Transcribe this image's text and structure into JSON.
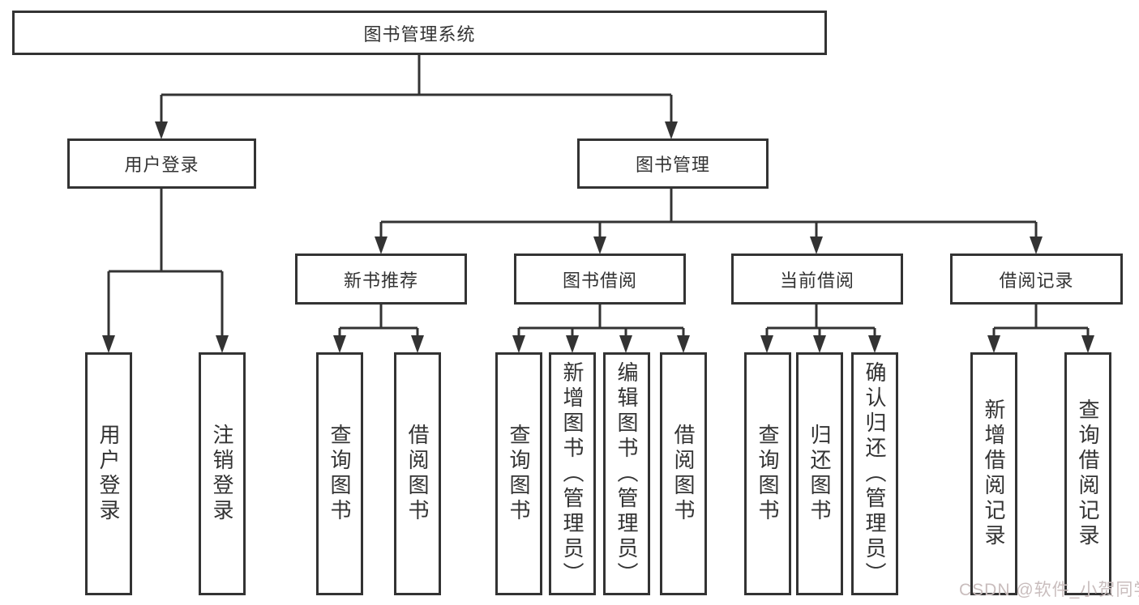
{
  "tree": {
    "label": "图书管理系统",
    "children": [
      {
        "label": "用户登录",
        "children": [
          {
            "label": "用户登录"
          },
          {
            "label": "注销登录"
          }
        ]
      },
      {
        "label": "图书管理",
        "children": [
          {
            "label": "新书推荐",
            "children": [
              {
                "label": "查询图书"
              },
              {
                "label": "借阅图书"
              }
            ]
          },
          {
            "label": "图书借阅",
            "children": [
              {
                "label": "查询图书"
              },
              {
                "label": "新增图书（管理员）"
              },
              {
                "label": "编辑图书（管理员）"
              },
              {
                "label": "借阅图书"
              }
            ]
          },
          {
            "label": "当前借阅",
            "children": [
              {
                "label": "查询图书"
              },
              {
                "label": "归还图书"
              },
              {
                "label": "确认归还（管理员）"
              }
            ]
          },
          {
            "label": "借阅记录",
            "children": [
              {
                "label": "新增借阅记录"
              },
              {
                "label": "查询借阅记录"
              }
            ]
          }
        ]
      }
    ]
  },
  "watermark": {
    "text": "CSDN @软件_小贺同学",
    "color": "#c9bdbd"
  },
  "colors": {
    "line": "#333333",
    "box_border": "#333333",
    "text": "#333333",
    "background": "#ffffff"
  }
}
